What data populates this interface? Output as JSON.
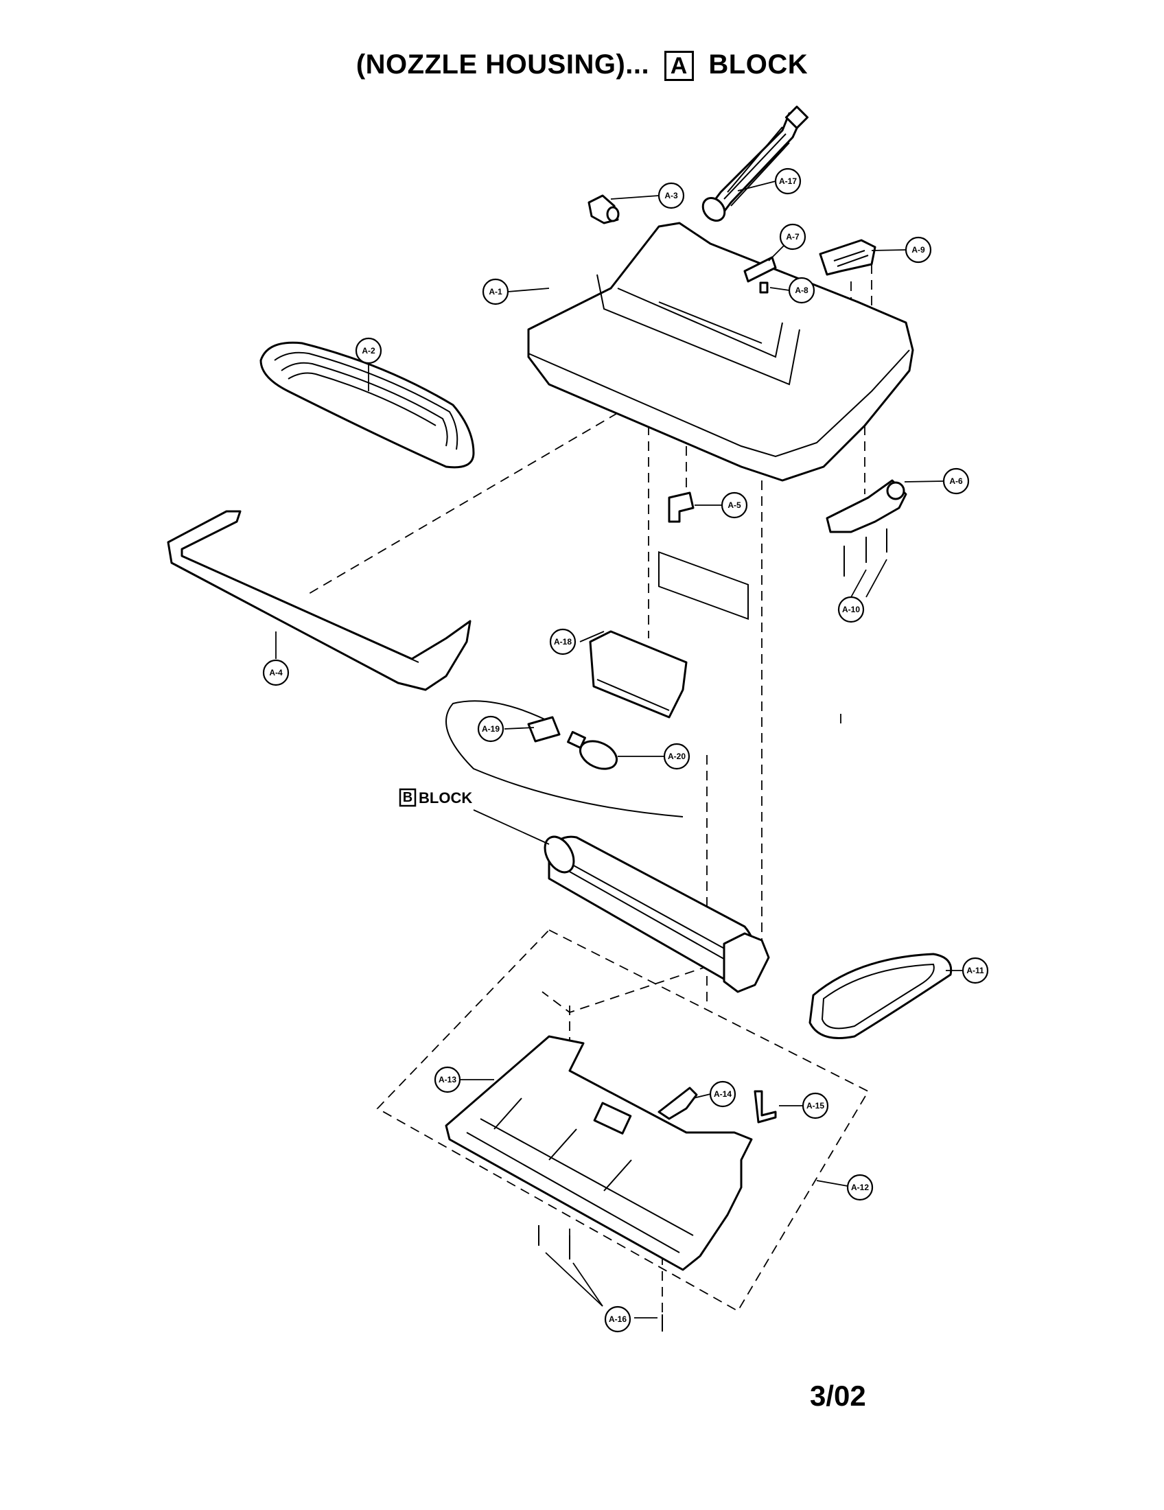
{
  "title": {
    "prefix": "(NOZZLE HOUSING)...",
    "block_letter": "A",
    "suffix": "BLOCK"
  },
  "b_block": {
    "letter": "B",
    "label": "BLOCK"
  },
  "footer": "3/02",
  "callouts": {
    "a1": "A-1",
    "a2": "A-2",
    "a3": "A-3",
    "a4": "A-4",
    "a5": "A-5",
    "a6": "A-6",
    "a7": "A-7",
    "a8": "A-8",
    "a9": "A-9",
    "a10": "A-10",
    "a11": "A-11",
    "a12": "A-12",
    "a13": "A-13",
    "a14": "A-14",
    "a15": "A-15",
    "a16": "A-16",
    "a17": "A-17",
    "a18": "A-18",
    "a19": "A-19",
    "a20": "A-20"
  }
}
